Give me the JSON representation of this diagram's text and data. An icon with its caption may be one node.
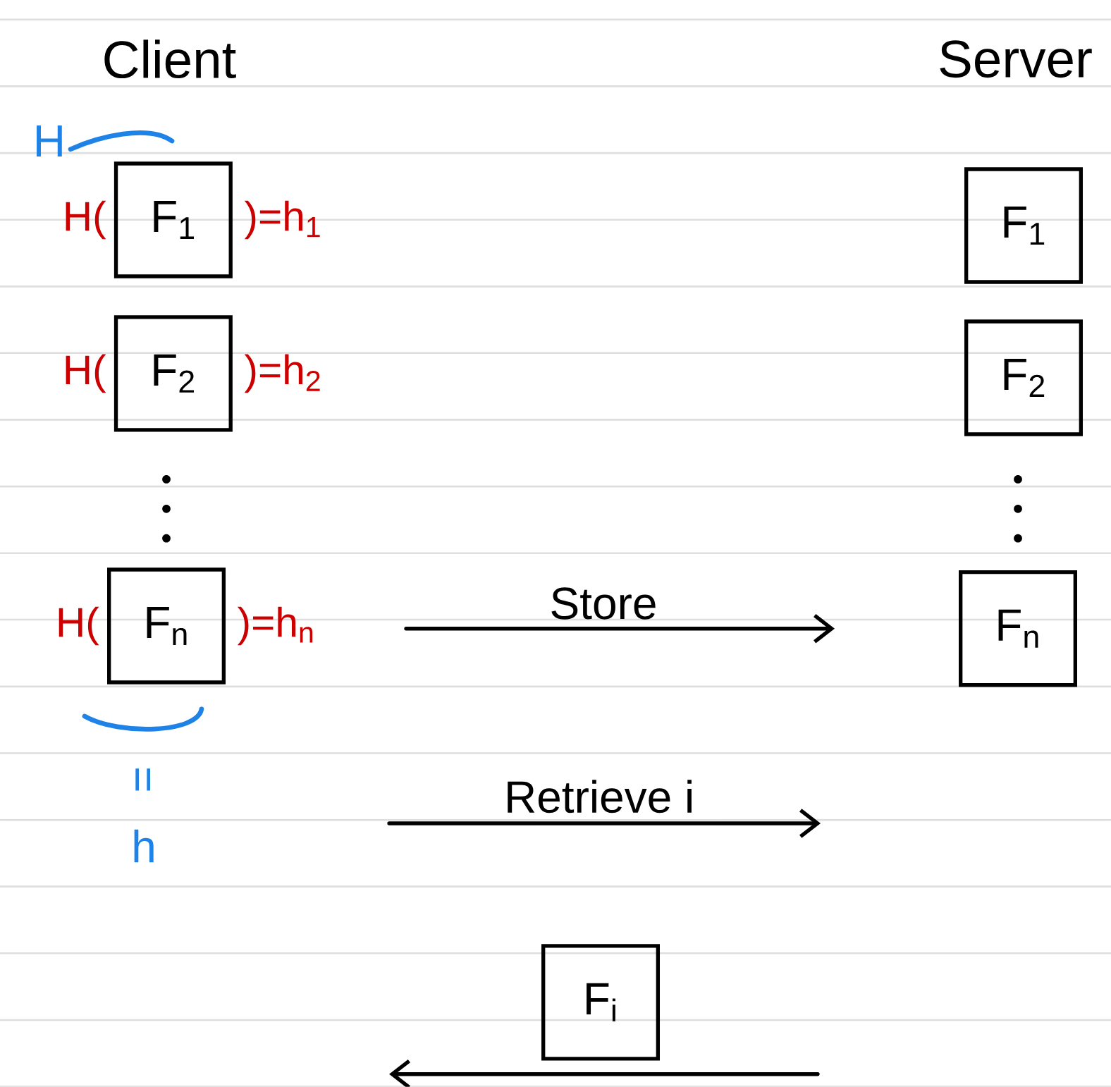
{
  "diagram": {
    "nodes": [
      {
        "text": [
          "Client"
        ]
      },
      {
        "text": [
          "Server"
        ]
      },
      {
        "text": [
          "F$_{1}$"
        ],
        "beside": [
          "H(",
          ")=h$_{1}$"
        ]
      },
      {
        "text": [
          "F$_{2}$"
        ],
        "beside": [
          "H(",
          ")=h$_{2}$"
        ]
      },
      {
        "text": [
          "F$_{n}$"
        ],
        "beside": [
          "H(",
          ")=h$_{n}$"
        ]
      },
      {
        "text": [
          "F$_{1}$"
        ]
      },
      {
        "text": [
          "F$_{2}$"
        ]
      },
      {
        "text": [
          "F$_{n}$"
        ]
      },
      {
        "text": [
          "F$_{i}$"
        ]
      }
    ],
    "labels": [
      "H",
      "Store",
      "=",
      "Retrieve i",
      "h"
    ]
  }
}
